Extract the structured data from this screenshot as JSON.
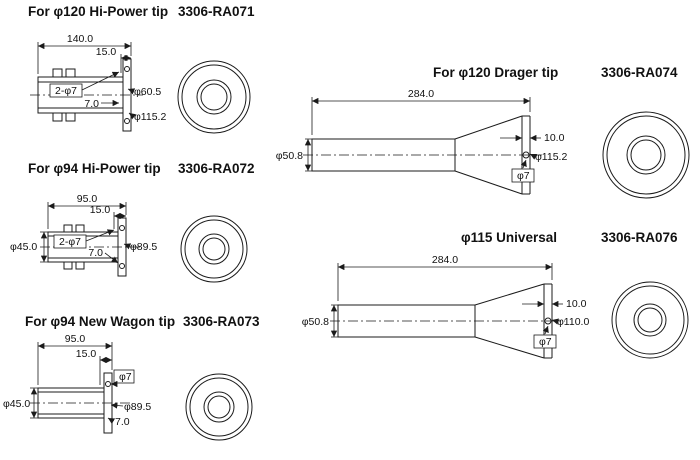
{
  "sheet": {
    "background_color": "#ffffff",
    "line_color": "#111111"
  },
  "drawings": [
    {
      "title": "For φ120 Hi-Power tip",
      "part_number": "3306-RA071",
      "dimensions": {
        "overall_length": "140.0",
        "flange_offset": "15.0",
        "bolt_holes": "2-φ7",
        "body_diameter": "φ60.5",
        "hole_offset": "7.0",
        "flange_diameter": "φ115.2"
      }
    },
    {
      "title": "For φ94 Hi-Power tip",
      "part_number": "3306-RA072",
      "dimensions": {
        "overall_length": "95.0",
        "flange_offset": "15.0",
        "bolt_holes": "2-φ7",
        "inlet_diameter": "φ45.0",
        "flange_diameter": "φ89.5",
        "hole_offset": "7.0"
      }
    },
    {
      "title": "For φ94 New Wagon tip",
      "part_number": "3306-RA073",
      "dimensions": {
        "overall_length": "95.0",
        "flange_offset": "15.0",
        "bolt_hole": "φ7",
        "inlet_diameter": "φ45.0",
        "flange_diameter": "φ89.5",
        "hole_offset": "7.0"
      }
    },
    {
      "title": "For φ120 Drager tip",
      "part_number": "3306-RA074",
      "dimensions": {
        "overall_length": "284.0",
        "tip_depth": "10.0",
        "inlet_diameter": "φ50.8",
        "outlet_diameter": "φ115.2",
        "bolt_hole": "φ7"
      }
    },
    {
      "title": "φ115 Universal",
      "part_number": "3306-RA076",
      "dimensions": {
        "overall_length": "284.0",
        "tip_depth": "10.0",
        "inlet_diameter": "φ50.8",
        "outlet_diameter": "φ110.0",
        "bolt_hole": "φ7"
      }
    }
  ]
}
